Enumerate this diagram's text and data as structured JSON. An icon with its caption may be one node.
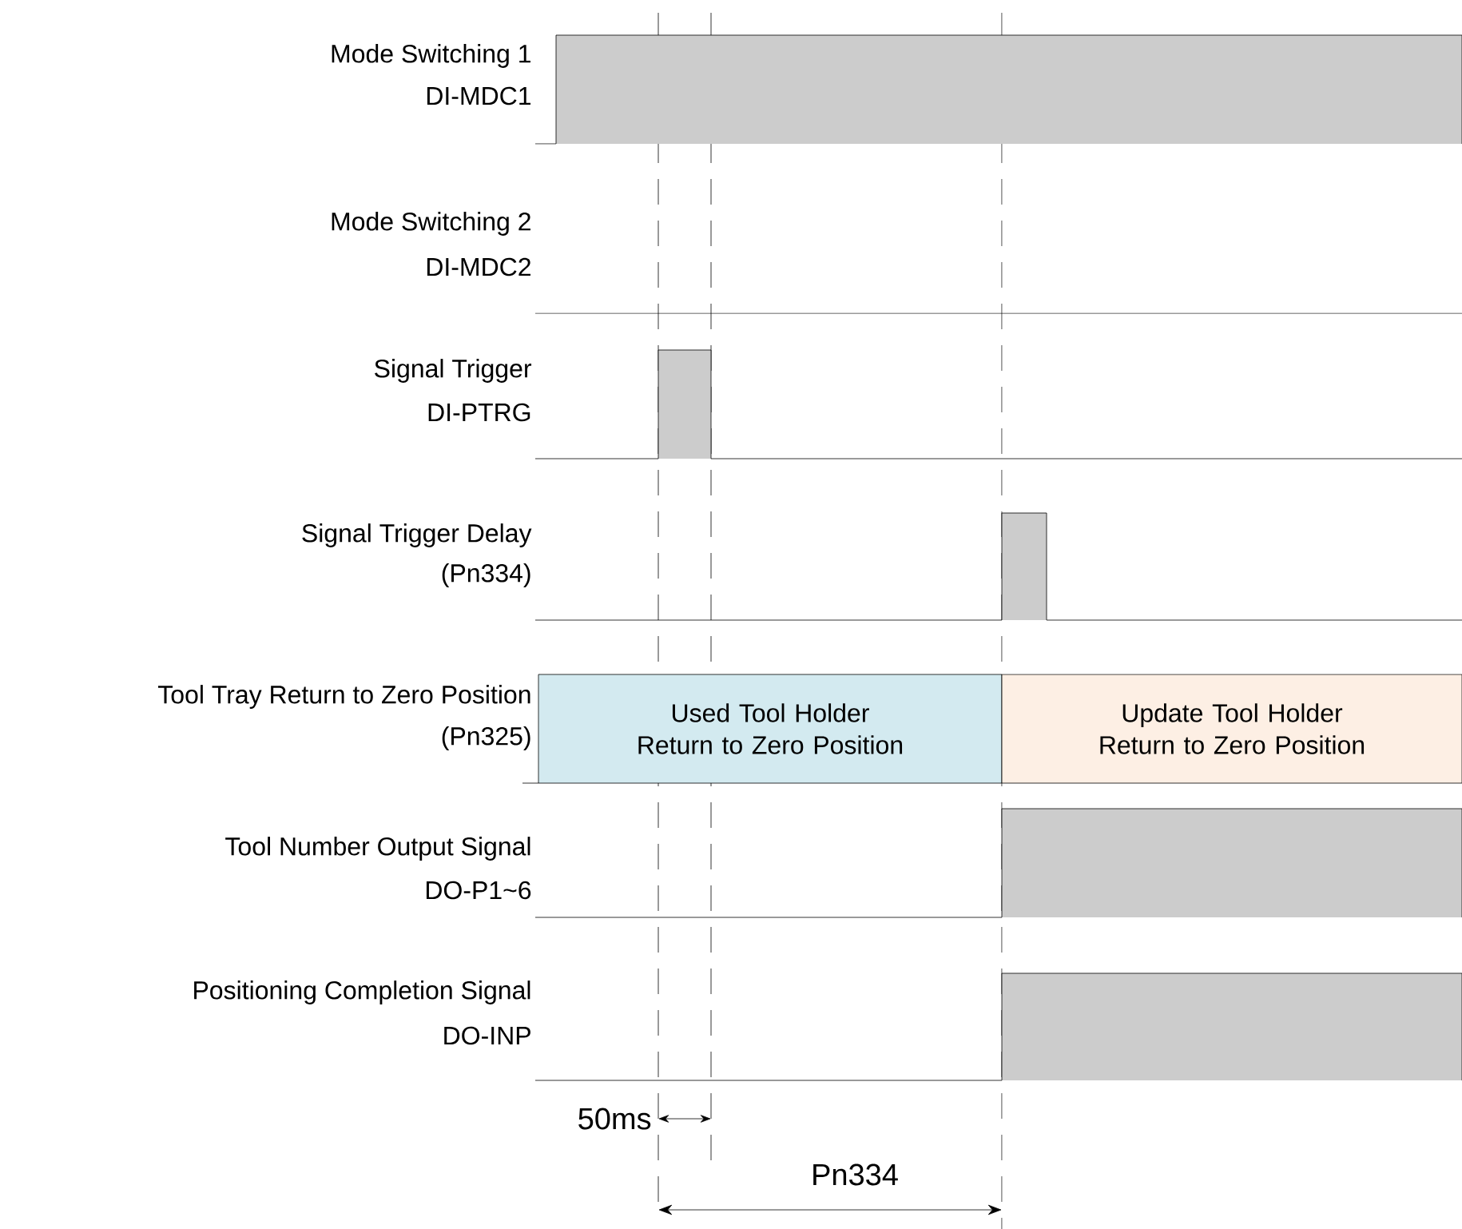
{
  "diagram": {
    "nodes": [
      {
        "text": [
          "Used Tool Holder Return to Zero Position"
        ]
      },
      {
        "text": [
          "Update Tool Holder Return to Zero Position"
        ]
      }
    ],
    "labels": [
      "Mode Switching 1",
      "DI-MDC1",
      "Mode Switching 2",
      "DI-MDC2",
      "Signal Trigger",
      "DI-PTRG",
      "Signal Trigger Delay",
      "(Pn334)",
      "Tool Tray Return to Zero Position",
      "(Pn325)",
      "Tool Number Output Signal",
      "DO-P1~6",
      "Positioning Completion Signal",
      "DO-INP",
      "50ms",
      "Pn334"
    ]
  }
}
